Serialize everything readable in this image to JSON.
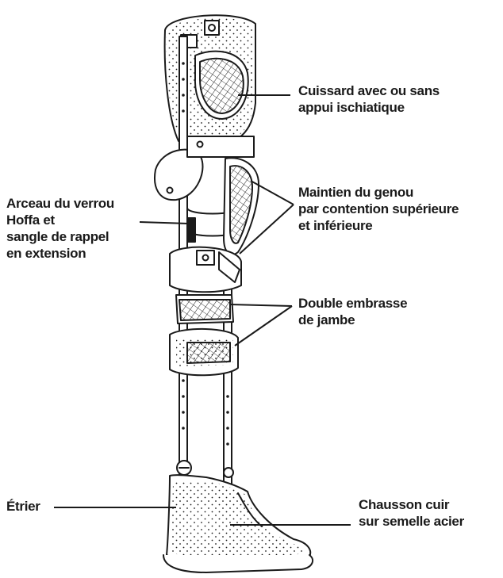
{
  "colors": {
    "ink": "#1a1a1a",
    "paper": "#ffffff",
    "leather": "#f4f4f4"
  },
  "labels": {
    "cuissard": {
      "lines": [
        "Cuissard avec ou sans",
        "appui ischiatique"
      ]
    },
    "maintien": {
      "lines": [
        "Maintien du genou",
        "par contention supérieure",
        "et inférieure"
      ]
    },
    "arceau": {
      "lines": [
        "Arceau du verrou",
        "Hoffa et",
        "sangle de rappel",
        "en extension"
      ]
    },
    "embrasse": {
      "lines": [
        "Double embrasse",
        "de jambe"
      ]
    },
    "etrier": {
      "lines": [
        "Étrier"
      ]
    },
    "chausson": {
      "lines": [
        "Chausson cuir",
        "sur semelle acier"
      ]
    }
  }
}
